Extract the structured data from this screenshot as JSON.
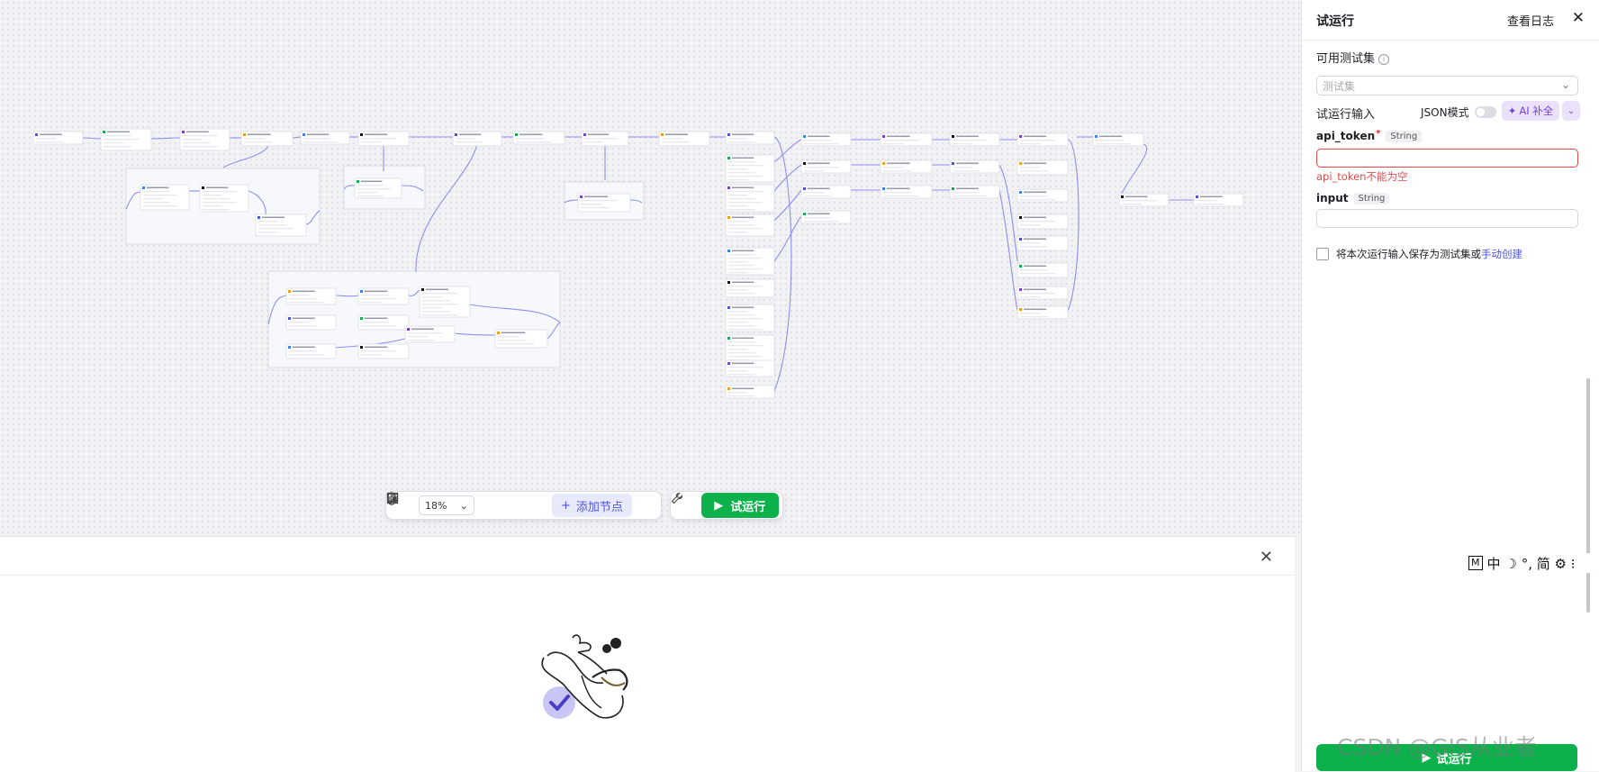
{
  "toolbar": {
    "zoom_value": "18%",
    "add_node_label": "添加节点",
    "run_label": "试运行"
  },
  "side_panel": {
    "title": "试运行",
    "view_log": "查看日志",
    "testset_label": "可用测试集",
    "testset_placeholder": "测试集",
    "run_input_label": "试运行输入",
    "json_mode_label": "JSON模式",
    "ai_fill_label": "AI 补全",
    "params": [
      {
        "name": "api_token",
        "type": "String",
        "required": true,
        "error": "api_token不能为空"
      },
      {
        "name": "input",
        "type": "String",
        "required": false
      }
    ],
    "save_text": "将本次运行输入保存为测试集或",
    "manual_create_link": "手动创建",
    "footer_run_label": "试运行"
  },
  "ime_bar": {
    "mode": "M",
    "lang": "中",
    "items": "☽ °, 简 ⚙ ⁝"
  },
  "watermark": "CSDN @GIS从业者",
  "colors": {
    "accent": "#4d53e8",
    "run_green": "#0db14b",
    "error_red": "#e24b4b",
    "ai_purple": "#7b3fe4"
  }
}
